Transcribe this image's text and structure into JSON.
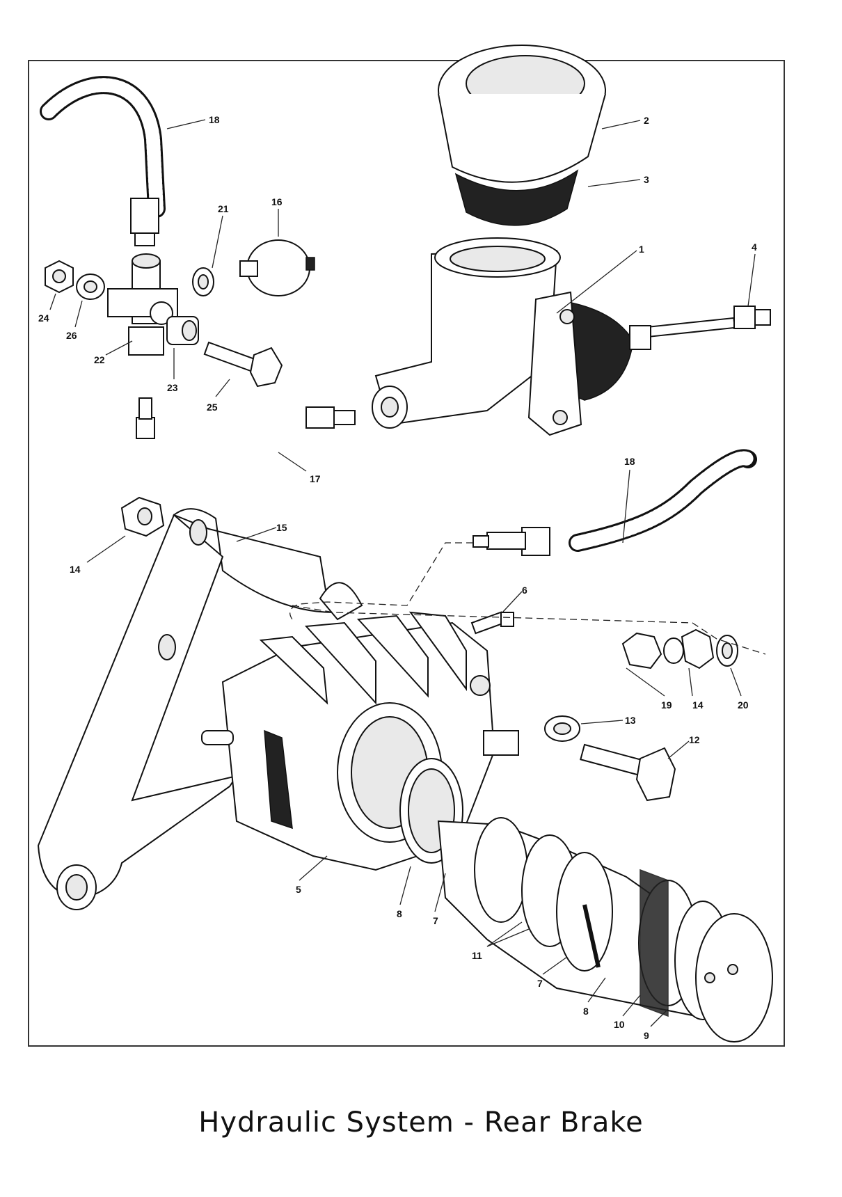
{
  "caption": "Hydraulic System - Rear Brake",
  "callouts": {
    "c1": "1",
    "c2": "2",
    "c3": "3",
    "c4": "4",
    "c5": "5",
    "c6": "6",
    "c7a": "7",
    "c7b": "7",
    "c8a": "8",
    "c8b": "8",
    "c9": "9",
    "c10": "10",
    "c11": "11",
    "c12": "12",
    "c13": "13",
    "c14a": "14",
    "c14b": "14",
    "c15": "15",
    "c16": "16",
    "c17": "17",
    "c18a": "18",
    "c18b": "18",
    "c19": "19",
    "c20": "20",
    "c21": "21",
    "c22": "22",
    "c23": "23",
    "c24": "24",
    "c25": "25",
    "c26": "26"
  }
}
